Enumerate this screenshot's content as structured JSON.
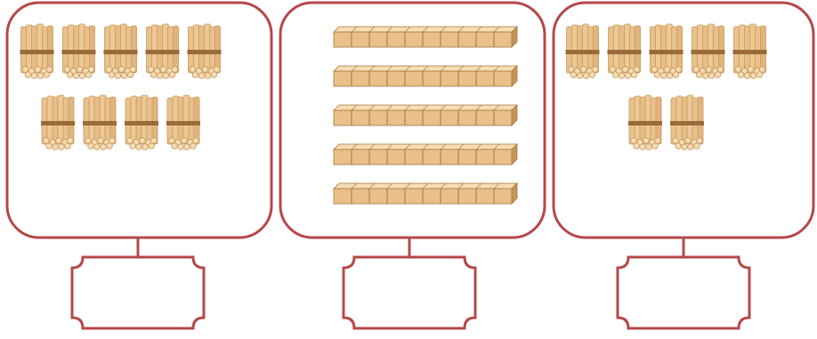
{
  "colors": {
    "frame": "#b5484a",
    "stick": "#e8c18c",
    "stick_shade": "#c99a5e",
    "stick_end": "#f4dcb4",
    "band": "#9a6a38",
    "cube_front": "#e9c08a",
    "cube_top": "#f6ddb4",
    "cube_side": "#c6955a",
    "cube_line": "#a8753d"
  },
  "groups": [
    {
      "kind": "bundles-of-ten",
      "count": 9,
      "answer": ""
    },
    {
      "kind": "rods-of-ten",
      "count": 5,
      "answer": ""
    },
    {
      "kind": "bundles-of-ten",
      "count": 7,
      "answer": ""
    }
  ],
  "icons": {
    "bundle": "bundle-of-sticks-icon",
    "rod": "ten-rod-icon"
  }
}
